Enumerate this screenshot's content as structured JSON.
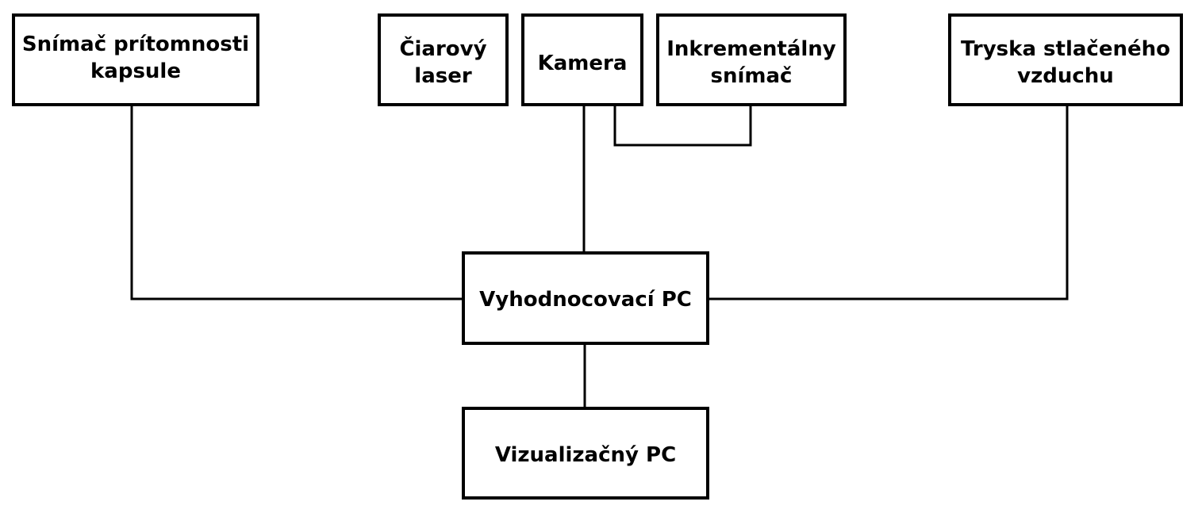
{
  "diagram": {
    "nodes": {
      "presence_sensor": "Snímač prítomnosti\nkapsule",
      "line_laser": "Čiarový\nlaser",
      "camera": "Kamera",
      "incremental_encoder": "Inkrementálny\nsnímač",
      "air_nozzle": "Tryska stlačeného\nvzduchu",
      "evaluation_pc": "Vyhodnocovací PC",
      "visualization_pc": "Vizualizačný PC"
    },
    "edges": [
      [
        "presence_sensor",
        "evaluation_pc"
      ],
      [
        "camera",
        "evaluation_pc"
      ],
      [
        "camera",
        "incremental_encoder"
      ],
      [
        "air_nozzle",
        "evaluation_pc"
      ],
      [
        "evaluation_pc",
        "visualization_pc"
      ]
    ]
  }
}
